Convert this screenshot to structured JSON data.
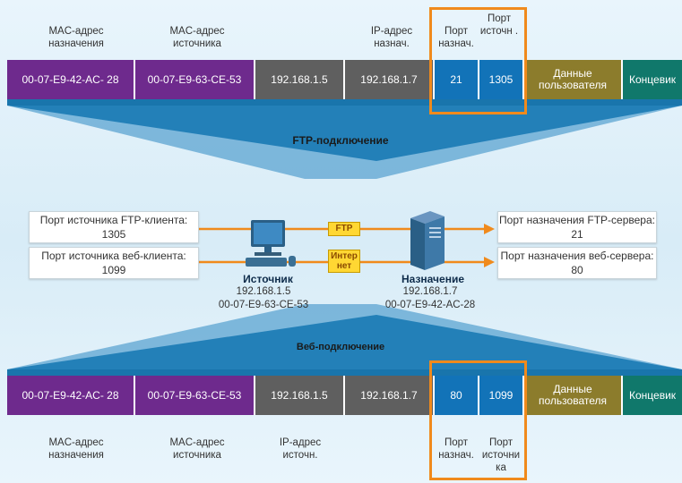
{
  "top_frame": {
    "headers": {
      "mac_dst": "MAC-адрес назначения",
      "mac_src": "MAC-адрес источника",
      "ip_dst": "IP-адрес назнач.",
      "port_dst": "Порт назнач.",
      "port_src": "Порт источн ."
    },
    "cells": {
      "mac_dst": "00-07-E9-42-AC- 28",
      "mac_src": "00-07-E9-63-CE-53",
      "ip_src": "192.168.1.5",
      "ip_dst": "192.168.1.7",
      "port_dst": "21",
      "port_src": "1305",
      "data": "Данные пользователя",
      "trailer": "Концевик"
    }
  },
  "ftp_label": "FTP-подключение",
  "web_label": "Веб-подключение",
  "left_callouts": {
    "ftp": "Порт источника FTP-клиента: 1305",
    "web": "Порт источника веб-клиента: 1099"
  },
  "right_callouts": {
    "ftp": "Порт назначения FTP-сервера: 21",
    "web": "Порт назначения веб-сервера: 80"
  },
  "tags": {
    "ftp": "FTP",
    "web": "Интер нет"
  },
  "source": {
    "name": "Источник",
    "ip": "192.168.1.5",
    "mac": "00-07-E9-63-CE-53"
  },
  "destination": {
    "name": "Назначение",
    "ip": "192.168.1.7",
    "mac": "00-07-E9-42-AC-28"
  },
  "bottom_frame": {
    "cells": {
      "mac_dst": "00-07-E9-42-AC- 28",
      "mac_src": "00-07-E9-63-CE-53",
      "ip_src": "192.168.1.5",
      "ip_dst": "192.168.1.7",
      "port_dst": "80",
      "port_src": "1099",
      "data": "Данные пользователя",
      "trailer": "Концевик"
    },
    "footers": {
      "mac_dst": "MAC-адрес назначения",
      "mac_src": "MAC-адрес источника",
      "ip_src": "IP-адрес источн.",
      "port_dst": "Порт назнач.",
      "port_src": "Порт источни ка"
    }
  },
  "colors": {
    "mac": "#6e2a8d",
    "ip": "#5f5f5f",
    "port": "#1273b8",
    "data": "#8c7c2c",
    "trailer": "#10786b",
    "highlight": "#f08a1c",
    "tag": "#ffd733"
  }
}
